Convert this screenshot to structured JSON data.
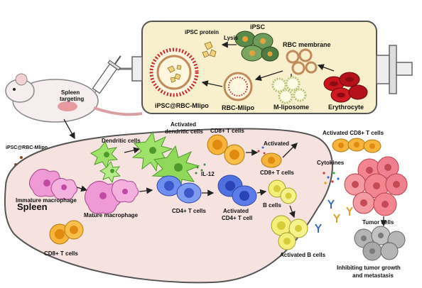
{
  "syringe": {
    "labels": {
      "ipsc": "iPSC",
      "lysis": "Lysis",
      "ipsc_protein": "iPSC protein",
      "rbc_membrane": "RBC membrane",
      "erythrocyte": "Erythrocyte",
      "m_liposome": "M-liposome",
      "rbc_mlipo": "RBC-Mlipo",
      "ipsc_rbc_mlipo": "iPSC@RBC-Mlipo"
    }
  },
  "mouse": {
    "spleen_targeting": "Spleen targeting",
    "injected_label": "iPSC@RBC-Mlipo"
  },
  "spleen": {
    "title": "Spleen",
    "labels": {
      "dendritic_cells": "Dendritic cells",
      "activated_dendritic_cells": "Activated dendritic cells",
      "cd8_t_cells_top": "CD8+ T cells",
      "il12": "IL-12",
      "activated_cd8_inner": "Activated CD8+ T cells",
      "immature_macrophage": "Immature macrophage",
      "mature_macrophage": "Mature macrophage",
      "cd4_t_cells": "CD4+ T cells",
      "activated_cd4": "Activated CD4+ T cell",
      "b_cells": "B cells",
      "cd8_t_cells_bottom": "CD8+ T cells"
    }
  },
  "tumor": {
    "activated_cd8": "Activated CD8+ T cells",
    "cytokines": "Cytokines",
    "tumor_cells": "Tumor cells",
    "activated_b_cells": "Activated B cells",
    "inhibiting": "Inhibiting tumor growth and metastasis"
  },
  "colors": {
    "syringe_fill": "#f8f0cc",
    "spleen_fill": "#f6e3df",
    "dendritic": "#9ee26a",
    "macrophage": "#ef9ad6",
    "cd8": "#f6b43a",
    "cd4": "#6f8ff0",
    "bcell": "#f4ef7a",
    "tumor": "#f2858f",
    "erythrocyte": "#c9141e",
    "ipsc": "#5a8a4a",
    "dead_tumor": "#b5b5b5"
  }
}
